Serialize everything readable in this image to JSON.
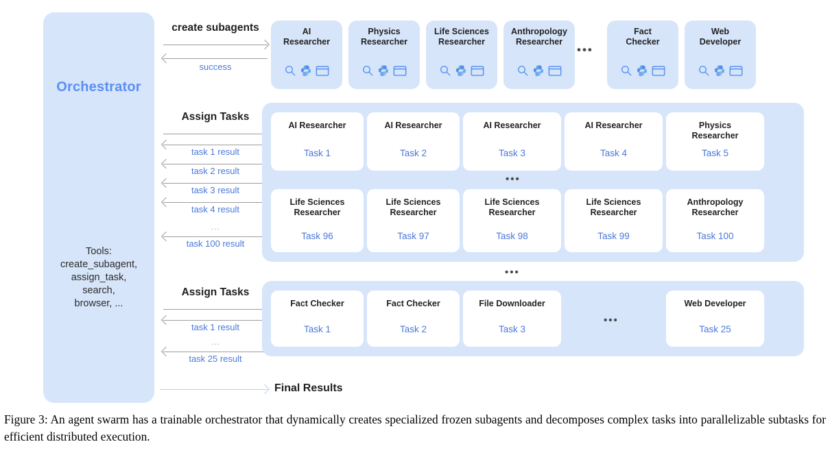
{
  "orchestrator": {
    "title": "Orchestrator",
    "tools_text": "Tools:\ncreate_subagent,\nassign_task,\nsearch,\nbrowser, ..."
  },
  "flows": {
    "create": {
      "title": "create subagents",
      "return_label": "success"
    },
    "assign_main": {
      "title": "Assign Tasks",
      "results": [
        "task 1 result",
        "task 2 result",
        "task 3 result",
        "task 4 result",
        "...",
        "task 100 result"
      ]
    },
    "assign_second": {
      "title": "Assign Tasks",
      "results": [
        "task 1 result",
        "...",
        "task 25 result"
      ]
    },
    "final": {
      "label": "Final Results"
    }
  },
  "subagents": [
    {
      "name": "AI\nResearcher"
    },
    {
      "name": "Physics\nResearcher"
    },
    {
      "name": "Life Sciences\nResearcher"
    },
    {
      "name": "Anthropology\nResearcher"
    },
    {
      "name": "Fact\nChecker"
    },
    {
      "name": "Web\nDeveloper"
    }
  ],
  "subagent_icons": [
    "search-icon",
    "python-icon",
    "browser-icon"
  ],
  "subagent_ellipsis": "•••",
  "tasks_panel_1": {
    "row1": [
      {
        "role": "AI Researcher",
        "task": "Task 1"
      },
      {
        "role": "AI Researcher",
        "task": "Task 2"
      },
      {
        "role": "AI Researcher",
        "task": "Task 3"
      },
      {
        "role": "AI Researcher",
        "task": "Task 4"
      },
      {
        "role": "Physics\nResearcher",
        "task": "Task 5"
      }
    ],
    "row_separator": "•••",
    "row2": [
      {
        "role": "Life Sciences\nResearcher",
        "task": "Task 96"
      },
      {
        "role": "Life Sciences\nResearcher",
        "task": "Task  97"
      },
      {
        "role": "Life Sciences\nResearcher",
        "task": "Task 98"
      },
      {
        "role": "Life Sciences\nResearcher",
        "task": "Task 99"
      },
      {
        "role": "Anthropology\nResearcher",
        "task": "Task 100"
      }
    ]
  },
  "panel_separator": "•••",
  "tasks_panel_2": {
    "cards": [
      {
        "role": "Fact Checker",
        "task": "Task 1"
      },
      {
        "role": "Fact Checker",
        "task": "Task 2"
      },
      {
        "role": "File Downloader",
        "task": "Task 3"
      },
      {
        "role": "Web Developer",
        "task": "Task 25"
      }
    ],
    "inner_ellipsis": "•••"
  },
  "caption": {
    "prefix": "Figure 3:",
    "text": " An agent swarm has a trainable orchestrator that dynamically creates specialized frozen subagents and decomposes complex tasks into parallelizable subtasks for efficient distributed execution."
  },
  "colors": {
    "panel_blue": "#d7e5fa",
    "accent_blue": "#5b8ef4",
    "label_blue": "#4a78d8",
    "arrow_gray": "#9d9d9d",
    "arrow_blue": "#b9cdf0",
    "card_white": "#ffffff"
  }
}
